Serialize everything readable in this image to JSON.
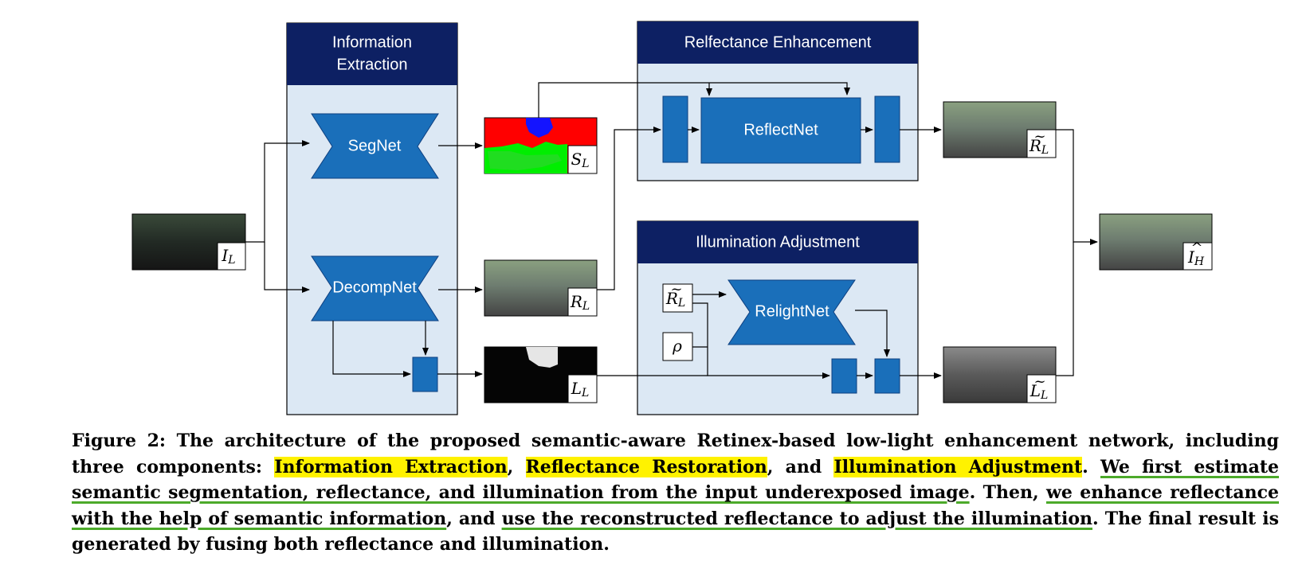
{
  "panels": {
    "info_extraction": {
      "title_line1": "Information",
      "title_line2": "Extraction"
    },
    "reflectance_enhancement": {
      "title": "Relfectance Enhancement"
    },
    "illumination_adjustment": {
      "title": "Illumination Adjustment"
    }
  },
  "networks": {
    "segnet": "SegNet",
    "decompnet": "DecompNet",
    "reflectnet": "ReflectNet",
    "relightnet": "RelightNet"
  },
  "image_tags": {
    "input": {
      "main": "I",
      "sub": "L"
    },
    "seg": {
      "main": "S",
      "sub": "L"
    },
    "reflectance": {
      "main": "R",
      "sub": "L"
    },
    "illumination": {
      "main": "L",
      "sub": "L"
    },
    "enhanced_reflectance": {
      "main": "R",
      "sub": "L",
      "accent": "~"
    },
    "adjusted_illumination": {
      "main": "L",
      "sub": "L",
      "accent": "~"
    },
    "output": {
      "main": "I",
      "sub": "H",
      "accent": "^"
    },
    "relight_input_r": {
      "main": "R",
      "sub": "L",
      "accent": "~"
    },
    "rho": {
      "main": "ρ"
    }
  },
  "colors": {
    "header_navy": "#0d2063",
    "panel_fill": "#dce8f4",
    "block_blue": "#1a6fba",
    "seg_red": "#ff0000",
    "seg_green": "#00ee00",
    "seg_blue": "#1414ff"
  },
  "caption": {
    "figure_label": "Figure 2:",
    "s1_pre": "The architecture of the proposed semantic-aware Retinex-based low-light enhancement network, including three components: ",
    "h1": "Information Extraction",
    "sep1": ", ",
    "h2": "Reflectance Restoration",
    "sep2": ", and ",
    "h3": "Illumination Adjustment",
    "sep3": ". ",
    "u1": "We first estimate semantic segmentation, reflectance, and illumination from the input underexposed image",
    "sep4": ". Then, ",
    "u2": "we enhance reflectance with the help of semantic information",
    "sep5": ", and ",
    "u3": "use the reconstructed reflectance to adjust the illumination",
    "end": ". The final result is generated by fusing both reflectance and illumination."
  }
}
